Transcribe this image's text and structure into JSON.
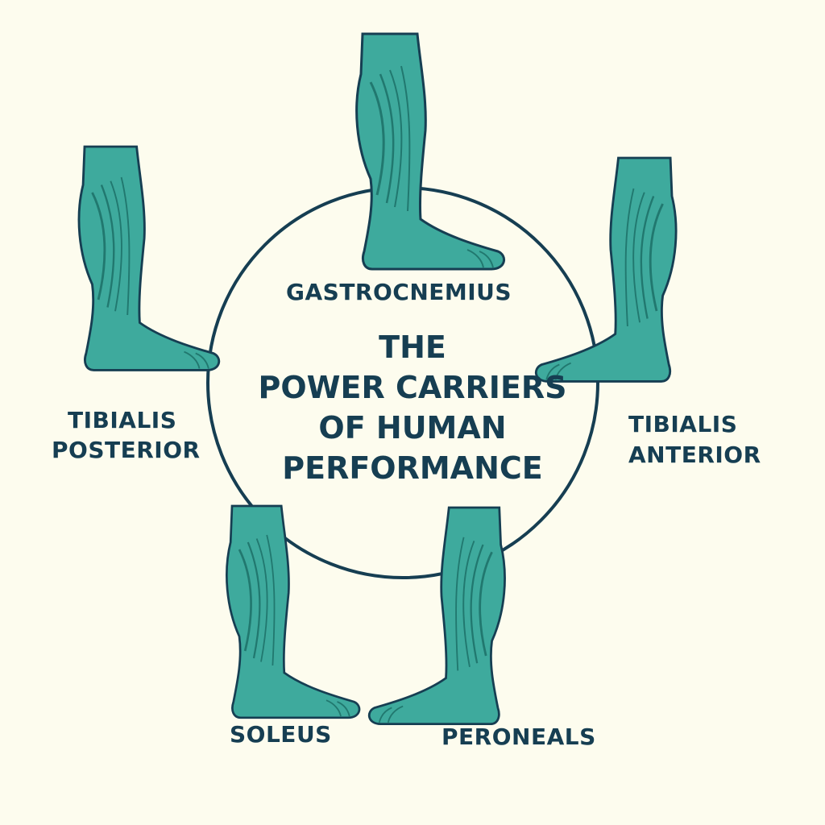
{
  "title": {
    "line1": "THE",
    "line2": "POWER CARRIERS",
    "line3": "OF HUMAN",
    "line4": "PERFORMANCE"
  },
  "muscles": {
    "gastrocnemius": {
      "label": "GASTROCNEMIUS"
    },
    "tibialis_posterior": {
      "line1": "TIBIALIS",
      "line2": "POSTERIOR"
    },
    "tibialis_anterior": {
      "line1": "TIBIALIS",
      "line2": "ANTERIOR"
    },
    "soleus": {
      "label": "SOLEUS"
    },
    "peroneals": {
      "label": "PERONEALS"
    }
  },
  "colors": {
    "background": "#FDFCEE",
    "ink": "#163E52",
    "leg_fill": "#3EAA9D",
    "leg_dark": "#21786F"
  },
  "icons": [
    "leg-icon"
  ]
}
